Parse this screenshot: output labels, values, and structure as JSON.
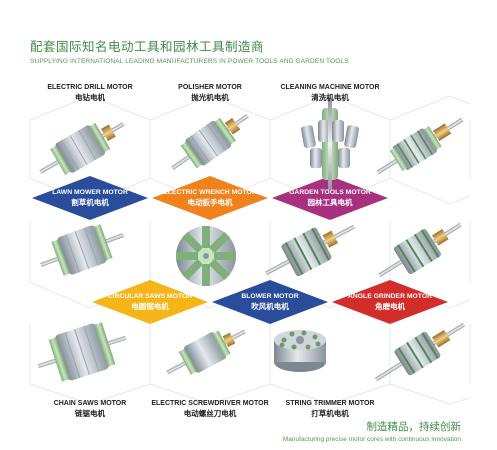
{
  "header": {
    "title_cn": "配套国际知名电动工具和园林工具制造商",
    "title_en": "SUPPLYING INTERNATIONAL LEADING MANUFACTURERS IN POWER TOOLS AND GARDEN TOOLS"
  },
  "top_labels": [
    {
      "en": "ELECTRIC DRILL MOTOR",
      "cn": "电钻电机"
    },
    {
      "en": "POLISHER MOTOR",
      "cn": "抛光机电机"
    },
    {
      "en": "CLEANING MACHINE MOTOR",
      "cn": "清洗机电机"
    }
  ],
  "diamonds_row1": [
    {
      "en": "LAWN MOWER MOTOR",
      "cn": "割草机电机",
      "color": "#2a4d9b"
    },
    {
      "en": "ELECTRIC WRENCH MOTOR",
      "cn": "电动扳手电机",
      "color": "#f0821e"
    },
    {
      "en": "GARDEN TOOLS MOTOR",
      "cn": "园林工具电机",
      "color": "#a7317f"
    }
  ],
  "diamonds_row2": [
    {
      "en": "CIRCULAR SAWS MOTOR",
      "cn": "电圆锯电机",
      "color": "#f5b418"
    },
    {
      "en": "BLOWER MOTOR",
      "cn": "吹风机电机",
      "color": "#2a4d9b"
    },
    {
      "en": "ANGLE GRINDER MOTOR",
      "cn": "角磨电机",
      "color": "#d22d2a"
    }
  ],
  "bottom_labels": [
    {
      "en": "CHAIN SAWS MOTOR",
      "cn": "链锯电机"
    },
    {
      "en": "ELECTRIC SCREWDRIVER MOTOR",
      "cn": "电动螺丝刀电机"
    },
    {
      "en": "STRING TRIMMER MOTOR",
      "cn": "打草机电机"
    }
  ],
  "footer": {
    "slogan_cn": "制造精品，持续创新",
    "slogan_en": "Manufacturing precise motor cores with continuous innovation"
  }
}
